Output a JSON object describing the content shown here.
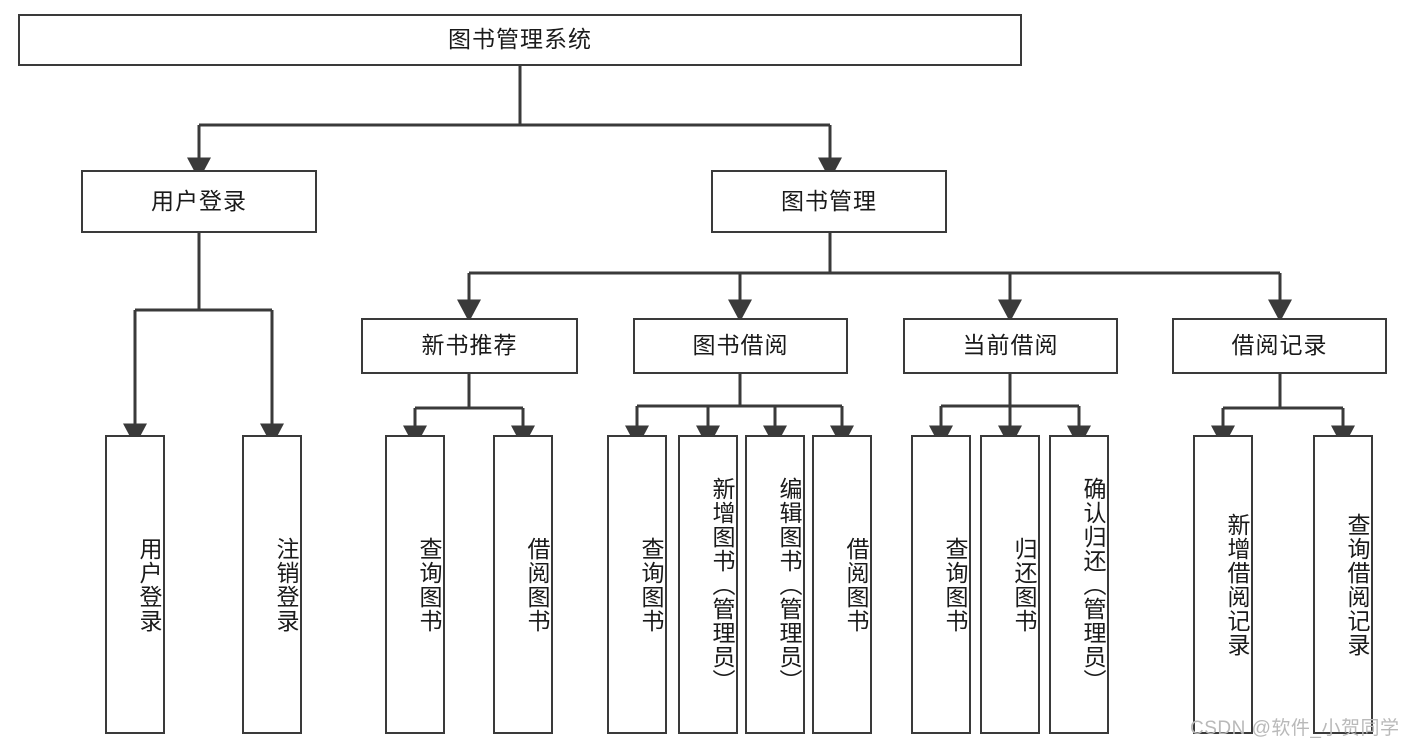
{
  "diagram": {
    "type": "tree-hierarchy-chart",
    "title": "图书管理系统",
    "stroke_color": "#3a3a3a",
    "background_color": "#ffffff",
    "text_color": "#1a1a1a",
    "levels": [
      {
        "level": 1,
        "nodes": [
          {
            "id": "root",
            "label": "图书管理系统",
            "orientation": "horizontal"
          }
        ]
      },
      {
        "level": 2,
        "nodes": [
          {
            "id": "user-login",
            "label": "用户登录",
            "orientation": "horizontal"
          },
          {
            "id": "book-management",
            "label": "图书管理",
            "orientation": "horizontal"
          }
        ]
      },
      {
        "level": 3,
        "nodes": [
          {
            "id": "new-book-recommend",
            "label": "新书推荐",
            "orientation": "horizontal"
          },
          {
            "id": "book-borrow",
            "label": "图书借阅",
            "orientation": "horizontal"
          },
          {
            "id": "current-borrow",
            "label": "当前借阅",
            "orientation": "horizontal"
          },
          {
            "id": "borrow-record",
            "label": "借阅记录",
            "orientation": "horizontal"
          }
        ]
      },
      {
        "level": 4,
        "nodes": [
          {
            "id": "leaf-user-login",
            "label": "用户登录",
            "orientation": "vertical",
            "parent": "user-login"
          },
          {
            "id": "leaf-user-logout",
            "label": "注销登录",
            "orientation": "vertical",
            "parent": "user-login"
          },
          {
            "id": "leaf-query-book-1",
            "label": "查询图书",
            "orientation": "vertical",
            "parent": "new-book-recommend"
          },
          {
            "id": "leaf-borrow-book-1",
            "label": "借阅图书",
            "orientation": "vertical",
            "parent": "new-book-recommend"
          },
          {
            "id": "leaf-query-book-2",
            "label": "查询图书",
            "orientation": "vertical",
            "parent": "book-borrow"
          },
          {
            "id": "leaf-add-book",
            "label": "新增图书（管理员）",
            "orientation": "vertical",
            "parent": "book-borrow"
          },
          {
            "id": "leaf-edit-book",
            "label": "编辑图书（管理员）",
            "orientation": "vertical",
            "parent": "book-borrow"
          },
          {
            "id": "leaf-borrow-book-2",
            "label": "借阅图书",
            "orientation": "vertical",
            "parent": "book-borrow"
          },
          {
            "id": "leaf-query-book-3",
            "label": "查询图书",
            "orientation": "vertical",
            "parent": "current-borrow"
          },
          {
            "id": "leaf-return-book",
            "label": "归还图书",
            "orientation": "vertical",
            "parent": "current-borrow"
          },
          {
            "id": "leaf-confirm-return",
            "label": "确认归还（管理员）",
            "orientation": "vertical",
            "parent": "current-borrow"
          },
          {
            "id": "leaf-add-record",
            "label": "新增借阅记录",
            "orientation": "vertical",
            "parent": "borrow-record"
          },
          {
            "id": "leaf-query-record",
            "label": "查询借阅记录",
            "orientation": "vertical",
            "parent": "borrow-record"
          }
        ]
      }
    ]
  },
  "watermark": {
    "text": "CSDN @软件_小贺同学",
    "color": "#b9b9b9"
  }
}
